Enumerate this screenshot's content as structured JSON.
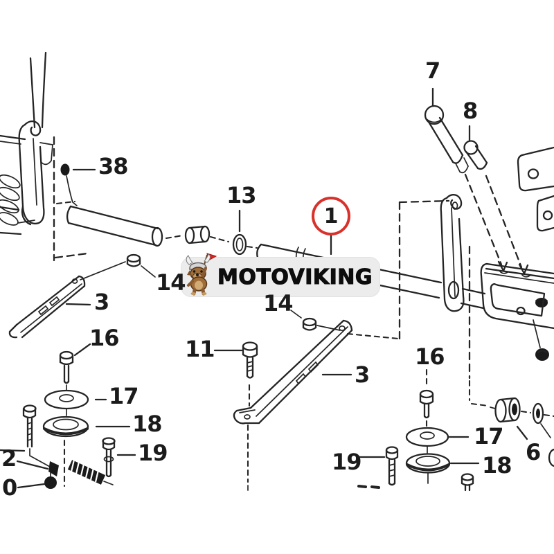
{
  "diagram_title": "exploded-parts-diagram",
  "watermark": {
    "brand_text": "MOTOVIKING",
    "mascot": "viking-dog-mascot",
    "bg_color": "#ececec",
    "text_color": "#0d0d0d"
  },
  "callout_1": {
    "text": "1",
    "circle_color": "#d9312b"
  },
  "part_labels": {
    "p1": "1",
    "p2_cut": "2",
    "p3": "3",
    "p6": "6",
    "p7": "7",
    "p8": "8",
    "p11": "11",
    "p13": "13",
    "p14": "14",
    "p16": "16",
    "p17": "17",
    "p18": "18",
    "p19": "19",
    "p20_cut": "0",
    "p38": "38"
  },
  "colors": {
    "line": "#242424",
    "background": "#ffffff",
    "callout_red": "#d9312b",
    "watermark_bg": "#ececec"
  }
}
